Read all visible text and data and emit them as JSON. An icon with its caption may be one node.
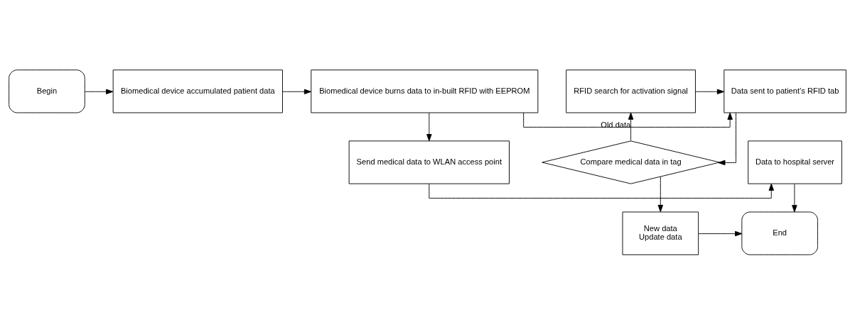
{
  "diagram": {
    "nodes": [
      {
        "text": [
          "Begin"
        ]
      },
      {
        "text": [
          "Biomedical device accumulated patient data"
        ]
      },
      {
        "text": [
          "Biomedical device burns data to in-built RFID with EEPROM"
        ]
      },
      {
        "text": [
          "Data sent to patient’s RFID tab"
        ]
      },
      {
        "text": [
          "RFID search for activation signal"
        ]
      },
      {
        "text": [
          "Data to hospital server"
        ]
      },
      {
        "text": [
          "Send medical data to WLAN access point"
        ]
      },
      {
        "text": [
          "Compare medical data in tag"
        ]
      },
      {
        "text": [
          "End"
        ]
      },
      {
        "text": [
          "New data",
          "Update data"
        ]
      }
    ],
    "edges": [
      {
        "from": 0,
        "to": 1,
        "arrow": "to"
      },
      {
        "from": 1,
        "to": 2,
        "arrow": "to"
      },
      {
        "from": 2,
        "to": 3,
        "arrow": "to"
      },
      {
        "from": 4,
        "to": 3,
        "arrow": "to"
      },
      {
        "from": 2,
        "to": 6,
        "arrow": "to"
      },
      {
        "from": 6,
        "to": 5,
        "arrow": "to"
      },
      {
        "from": 5,
        "to": 8,
        "arrow": "to"
      },
      {
        "from": 3,
        "to": 7,
        "arrow": "to"
      },
      {
        "from": 7,
        "to": 4,
        "arrow": "to",
        "label": "Old data"
      },
      {
        "from": 7,
        "to": 9,
        "arrow": "to"
      },
      {
        "from": 9,
        "to": 8,
        "arrow": "to"
      }
    ]
  }
}
